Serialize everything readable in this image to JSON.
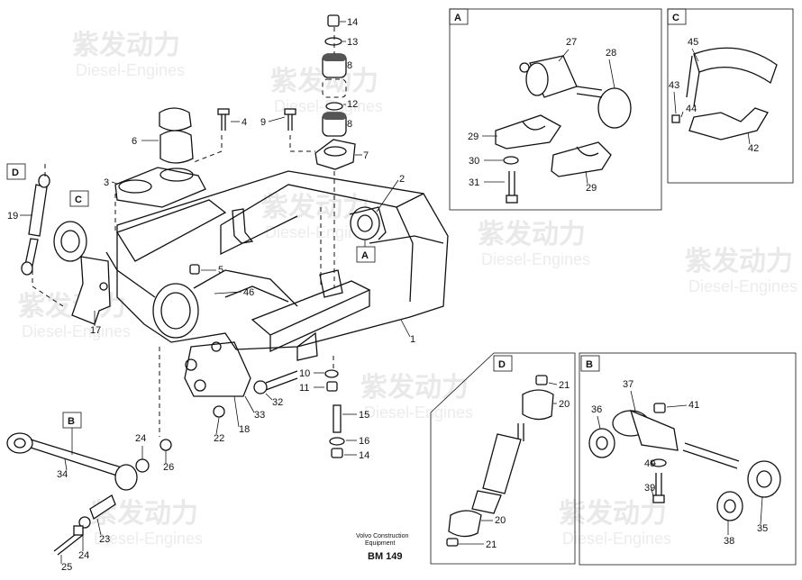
{
  "diagram": {
    "code": "BM 149",
    "caption_line1": "Volvo Construction",
    "caption_line2": "Equipment",
    "watermark": {
      "line1": "紫发动力",
      "line2": "Diesel-Engines"
    },
    "insets": [
      {
        "letter": "A"
      },
      {
        "letter": "C"
      },
      {
        "letter": "D"
      },
      {
        "letter": "B"
      }
    ],
    "callout_letters": {
      "d": "D",
      "c": "C",
      "a": "A",
      "b": "B"
    },
    "part_numbers": [
      "14",
      "13",
      "8",
      "12",
      "8",
      "7",
      "9",
      "4",
      "6",
      "3",
      "5",
      "2",
      "1",
      "46",
      "17",
      "19",
      "10",
      "11",
      "15",
      "16",
      "14",
      "32",
      "33",
      "18",
      "22",
      "24",
      "26",
      "34",
      "23",
      "24",
      "25",
      "27",
      "28",
      "29",
      "30",
      "31",
      "29",
      "45",
      "43",
      "44",
      "42",
      "21",
      "20",
      "20",
      "21",
      "37",
      "41",
      "36",
      "40",
      "39",
      "35",
      "38"
    ]
  }
}
